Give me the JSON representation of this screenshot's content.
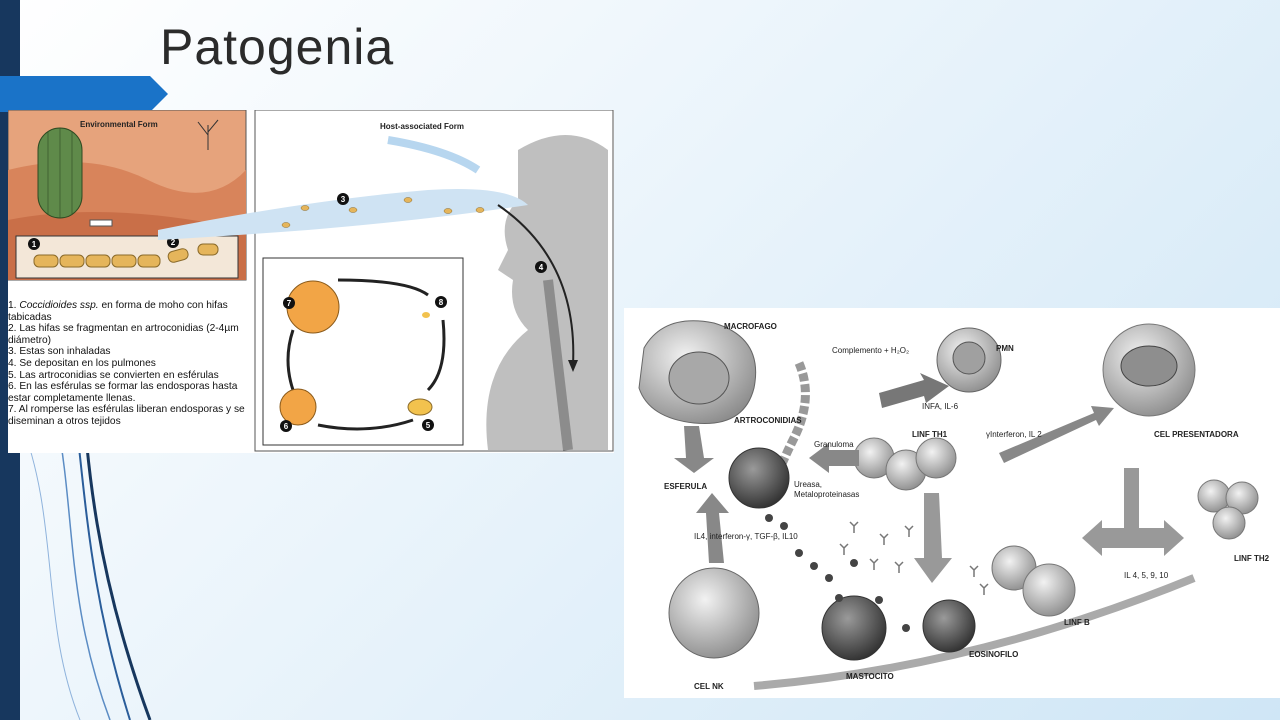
{
  "slide": {
    "title": "Patogenia",
    "colors": {
      "accent": "#17375e",
      "tab": "#1a73c8"
    }
  },
  "left_figure": {
    "env_header": "Environmental Form",
    "host_header": "Host-associated Form",
    "markers": [
      "1",
      "2",
      "3",
      "4",
      "5",
      "6",
      "7",
      "8"
    ],
    "steps": [
      {
        "num": "1.",
        "italic": "Coccidioides ssp.",
        "text": " en forma de moho con hifas tabicadas"
      },
      {
        "num": "2.",
        "italic": "",
        "text": "Las hifas se fragmentan en artroconidias (2-4µm diámetro)"
      },
      {
        "num": "3.",
        "italic": "",
        "text": "Estas son inhaladas"
      },
      {
        "num": "4.",
        "italic": "",
        "text": "Se depositan en los pulmones"
      },
      {
        "num": "5.",
        "italic": "",
        "text": "Las artroconidias se convierten en esférulas"
      },
      {
        "num": "6.",
        "italic": "",
        "text": "En las esférulas se formar las endosporas hasta estar completamente llenas."
      },
      {
        "num": "7.",
        "italic": "",
        "text": "Al romperse las esférulas liberan endosporas y se diseminan a otros tejidos"
      }
    ]
  },
  "right_figure": {
    "labels": {
      "macrofago": "MACROFAGO",
      "complemento": "Complemento + H₂O₂",
      "pmn": "PMN",
      "artroconidias": "ARTROCONIDIAS",
      "infa": "INFA, IL-6",
      "linf_th1": "LINF TH1",
      "interferon": "γInterferon, IL 2",
      "cel_presentadora": "CEL PRESENTADORA",
      "granuloma": "Granuloma",
      "esferula": "ESFERULA",
      "ureasa": "Ureasa,",
      "metalo": "Metaloproteinasas",
      "il4": "IL4, interferon-γ, TGF-β, IL10",
      "il4510": "IL 4, 5, 9, 10",
      "linf_th2": "LINF TH2",
      "linf_b": "LINF B",
      "eosinofilo": "EOSINOFILO",
      "mastocito": "MASTOCITO",
      "cel_nk": "CEL NK"
    }
  }
}
